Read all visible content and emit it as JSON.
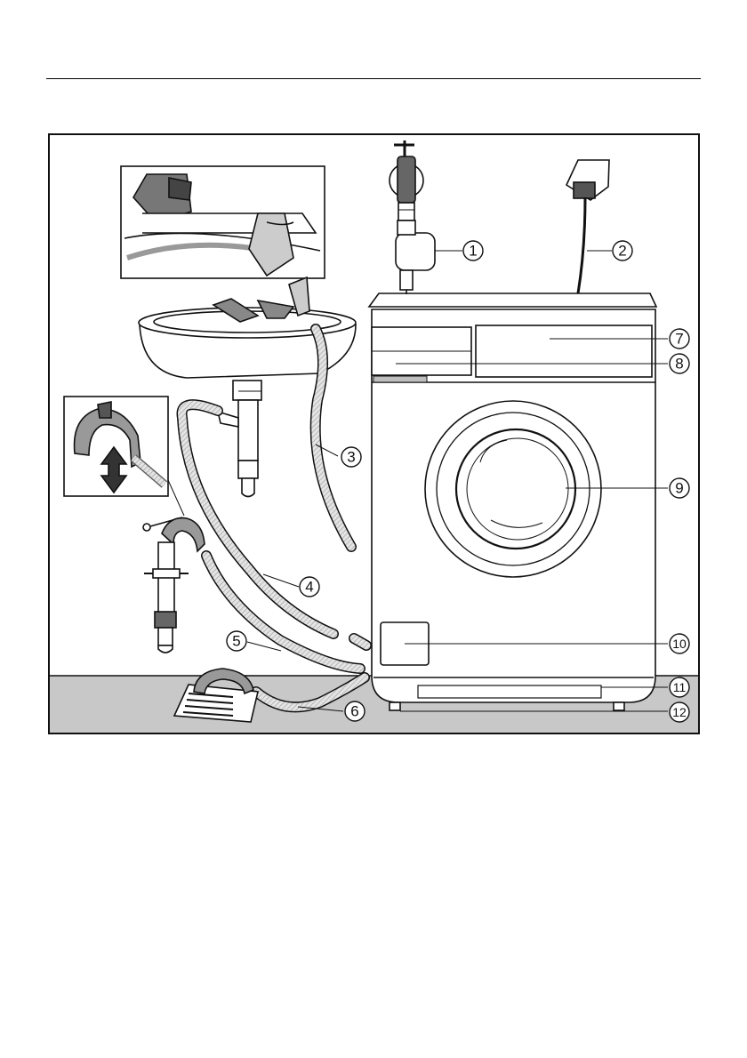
{
  "callouts": [
    {
      "id": "1",
      "label": "1"
    },
    {
      "id": "2",
      "label": "2"
    },
    {
      "id": "3",
      "label": "3"
    },
    {
      "id": "4",
      "label": "4"
    },
    {
      "id": "5",
      "label": "5"
    },
    {
      "id": "6",
      "label": "6"
    },
    {
      "id": "7",
      "label": "7"
    },
    {
      "id": "8",
      "label": "8"
    },
    {
      "id": "9",
      "label": "9"
    },
    {
      "id": "10",
      "label": "10"
    },
    {
      "id": "11",
      "label": "11"
    },
    {
      "id": "12",
      "label": "12"
    }
  ],
  "colors": {
    "line": "#111111",
    "floor": "#c8c8c8",
    "hose": "#d9d9d9",
    "panel": "#bdbdbd"
  }
}
